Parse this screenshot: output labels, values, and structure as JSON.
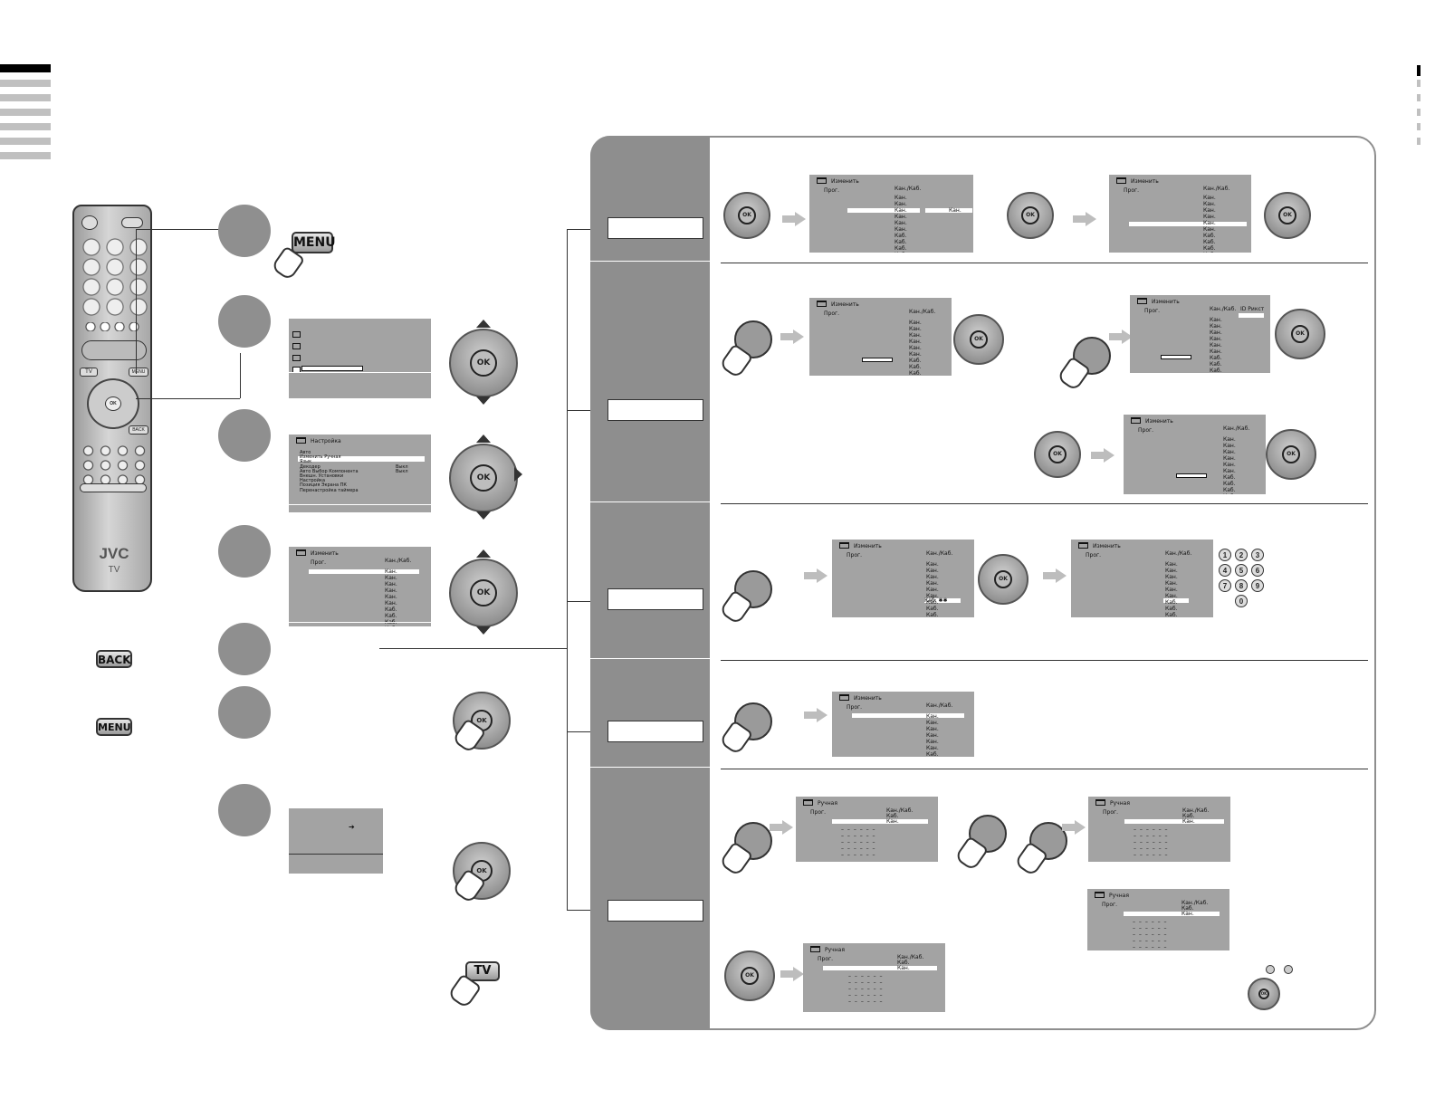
{
  "buttons": {
    "menu": "MENU",
    "back": "BACK",
    "tv": "TV",
    "ok": "OK"
  },
  "remote": {
    "brand": "JVC",
    "model": "TV",
    "key_tv": "TV",
    "key_menu": "MENU",
    "key_back": "BACK"
  },
  "setup_menu": {
    "title": "Настройка",
    "items": [
      "Авто",
      "Изменить Ручная",
      "Язык",
      "Декодер",
      "Авто Выбор Компонента",
      "Внешн. Установки",
      "Настройка",
      "Позиция Экрана ПК",
      "Перенастройка таймера"
    ],
    "values": [
      "",
      "",
      "",
      "Выкл",
      "Выкл",
      "",
      "",
      "",
      ""
    ]
  },
  "edit_screen": {
    "title": "Изменить",
    "prog": "Прог.",
    "header": "Кан./Каб.",
    "rows": [
      "Кан.",
      "Кан.",
      "Кан.",
      "Кан.",
      "Кан.",
      "Кан.",
      "Каб.",
      "Каб.",
      "Каб.",
      "Каб."
    ],
    "rows_b": [
      "Кан.",
      "Кан.",
      "Кан.",
      "Кан.",
      "Кан.",
      "Кан.",
      "Каб.",
      "Каб.",
      "Каб.",
      "Каб."
    ],
    "kan": "Кан.",
    "kab": "Каб.",
    "kab_star": "Каб. ✱✱",
    "rikst": "ID Рикст"
  },
  "manual_screen": {
    "title": "Ручная",
    "prog": "Прог.",
    "header1": "Кан./Каб.",
    "header2": "Каб.",
    "row": "Кан.",
    "dash": "– – – – – –"
  },
  "numpad": [
    "1",
    "2",
    "3",
    "4",
    "5",
    "6",
    "7",
    "8",
    "9",
    "0"
  ],
  "final_screen": {
    "arrow": "➔"
  }
}
